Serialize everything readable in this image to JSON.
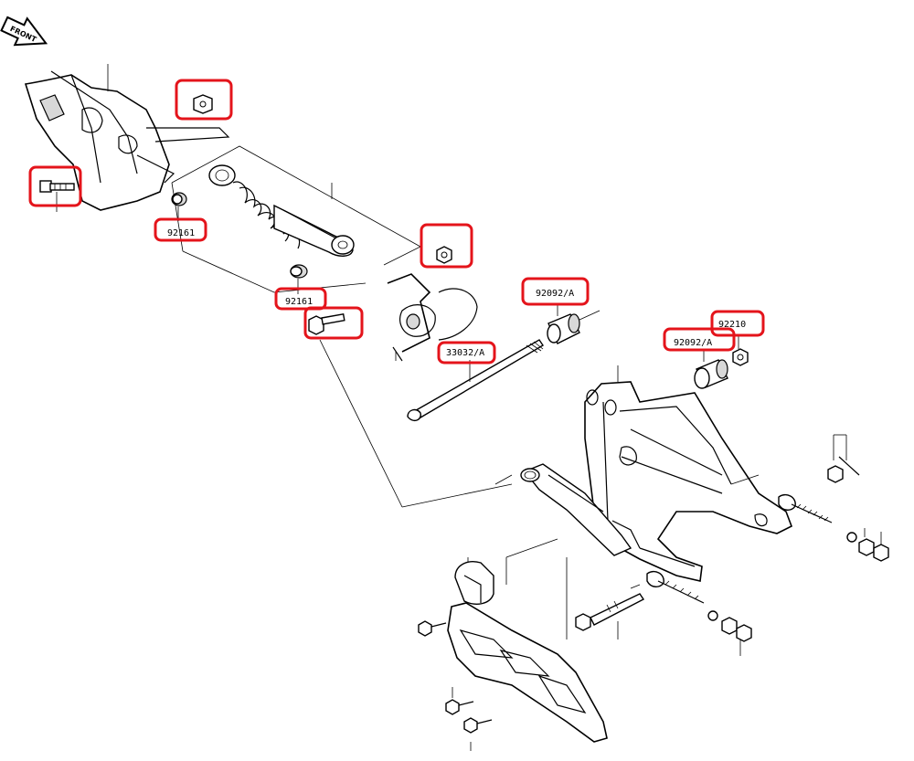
{
  "front_marker": {
    "text": "FRONT",
    "icon": "front-arrow-icon"
  },
  "highlight_color": "#e4141b",
  "part_labels": [
    {
      "id": "shock-bushing-upper",
      "text": "92161"
    },
    {
      "id": "shock-bushing-lower",
      "text": "92161"
    },
    {
      "id": "swingarm-sleeve-left",
      "text": "92092/A"
    },
    {
      "id": "swingarm-sleeve-right",
      "text": "92092/A"
    },
    {
      "id": "swingarm-nut",
      "text": "92210"
    },
    {
      "id": "pivot-shaft",
      "text": "33032/A"
    }
  ],
  "highlighted_parts": [
    "upper-frame-nut",
    "frame-bolt",
    "shock-bushing-upper-label",
    "shock-lower-nut",
    "shock-bushing-lower-label",
    "shock-bolt",
    "swingarm-sleeve-left-label",
    "pivot-shaft-label",
    "swingarm-sleeve-right-label",
    "swingarm-nut-label"
  ]
}
